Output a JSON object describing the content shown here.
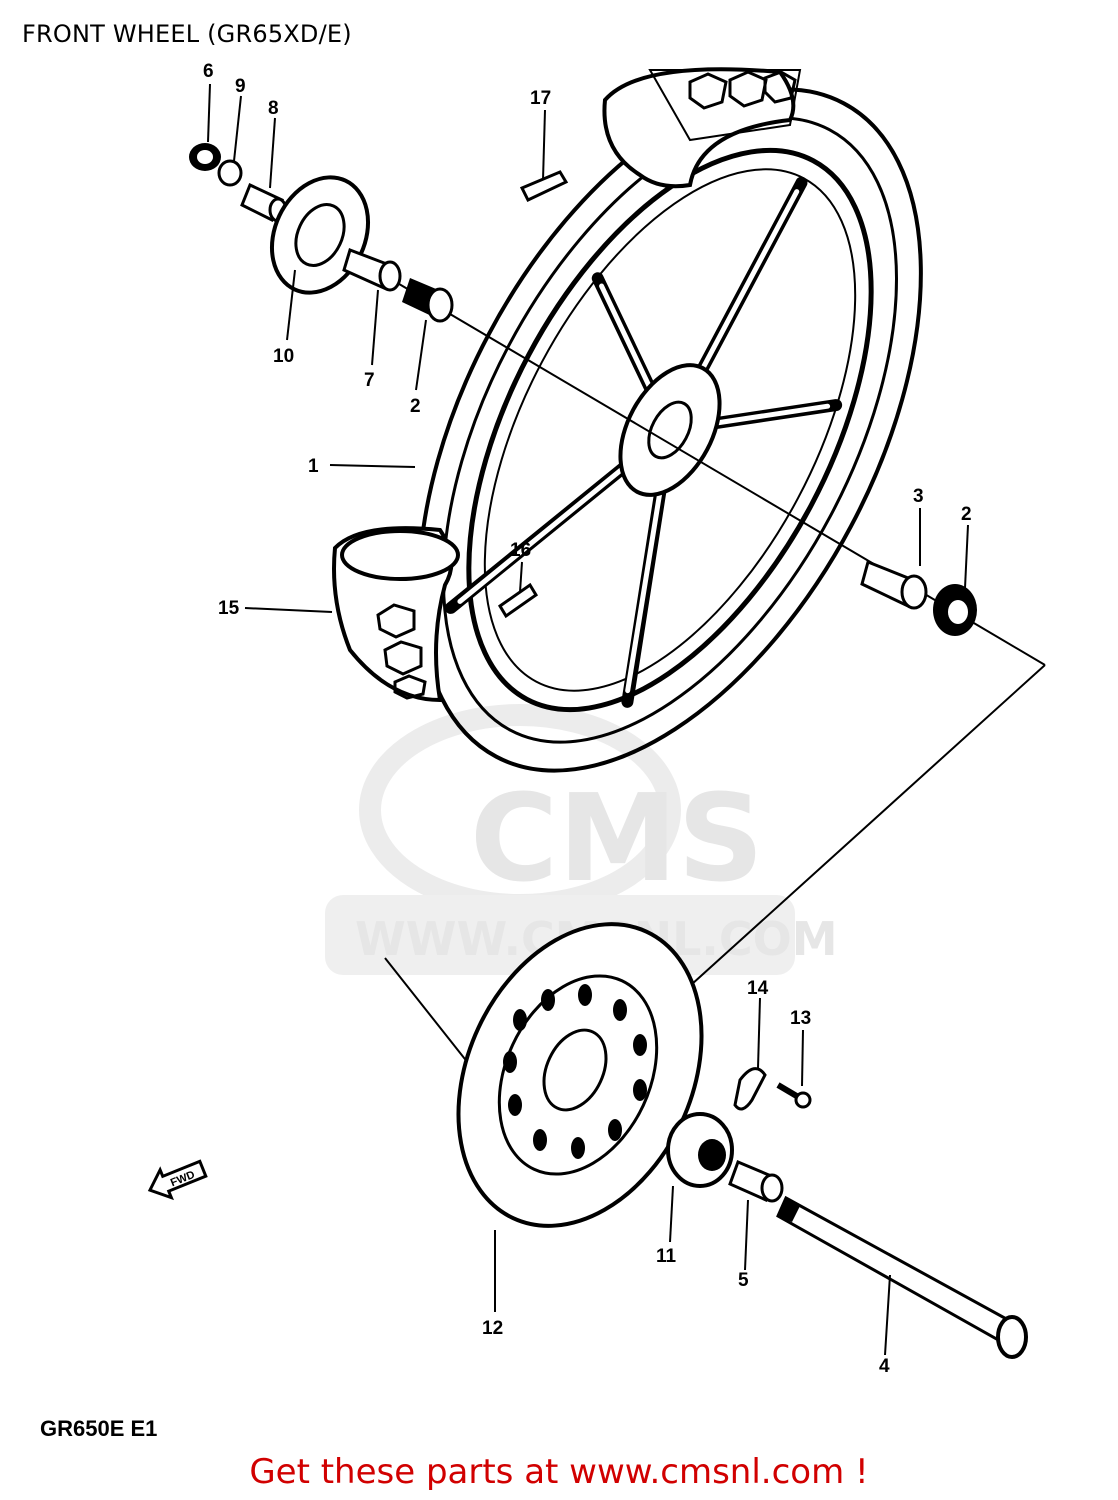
{
  "title": "FRONT WHEEL (GR65XD/E)",
  "watermark": {
    "brand": "CMS",
    "url": "WWW.CMSNL.COM"
  },
  "fwd_label": "FWD",
  "model_code": "GR650E E1",
  "footer_cta": "Get these parts at www.cmsnl.com !",
  "callouts": [
    "1",
    "2",
    "2",
    "3",
    "4",
    "5",
    "6",
    "7",
    "8",
    "9",
    "10",
    "11",
    "12",
    "13",
    "14",
    "15",
    "16",
    "17"
  ]
}
